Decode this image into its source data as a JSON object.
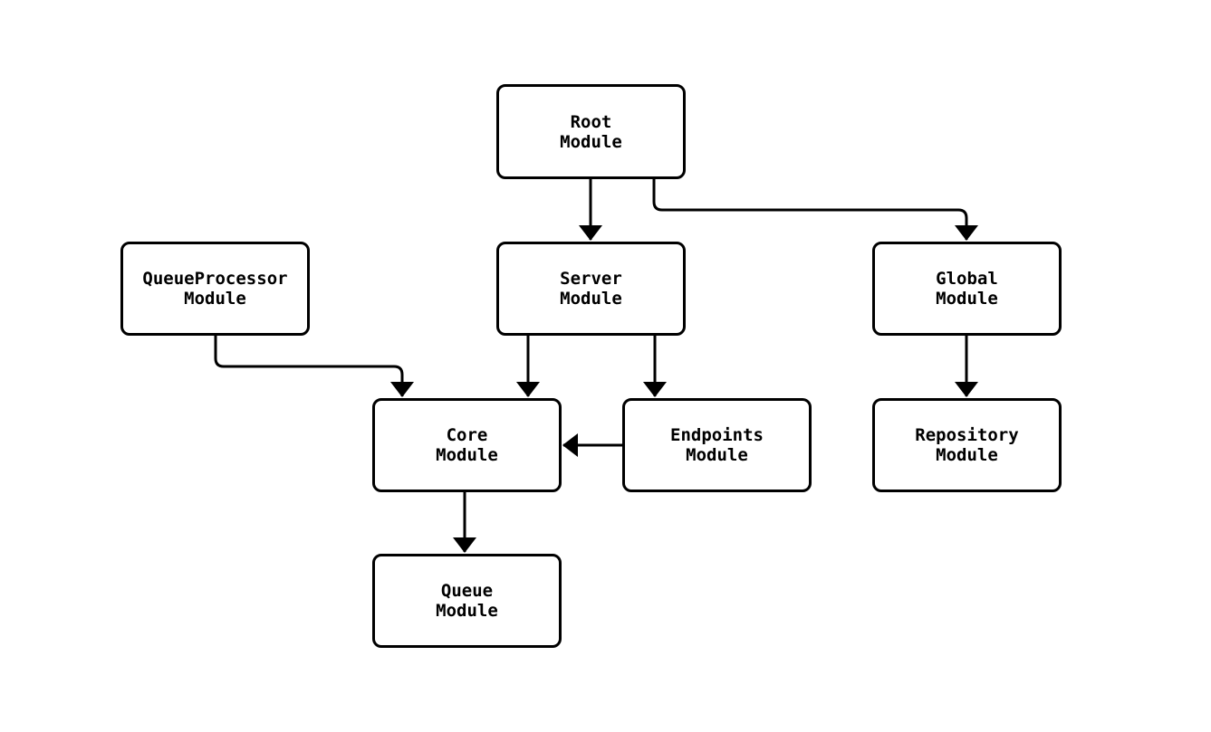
{
  "diagram": {
    "type": "flowchart",
    "background_color": "#ffffff",
    "stroke_color": "#000000",
    "text_color": "#000000",
    "nodes": [
      {
        "id": "root",
        "lines": [
          "Root",
          "Module"
        ]
      },
      {
        "id": "queueprocessor",
        "lines": [
          "QueueProcessor",
          "Module"
        ]
      },
      {
        "id": "server",
        "lines": [
          "Server",
          "Module"
        ]
      },
      {
        "id": "global",
        "lines": [
          "Global",
          "Module"
        ]
      },
      {
        "id": "core",
        "lines": [
          "Core",
          "Module"
        ]
      },
      {
        "id": "endpoints",
        "lines": [
          "Endpoints",
          "Module"
        ]
      },
      {
        "id": "repository",
        "lines": [
          "Repository",
          "Module"
        ]
      },
      {
        "id": "queue",
        "lines": [
          "Queue",
          "Module"
        ]
      }
    ],
    "edges": [
      {
        "from": "Root Module",
        "to": "Server Module"
      },
      {
        "from": "Root Module",
        "to": "Global Module"
      },
      {
        "from": "QueueProcessor Module",
        "to": "Core Module"
      },
      {
        "from": "Server Module",
        "to": "Core Module"
      },
      {
        "from": "Server Module",
        "to": "Endpoints Module"
      },
      {
        "from": "Endpoints Module",
        "to": "Core Module"
      },
      {
        "from": "Global Module",
        "to": "Repository Module"
      },
      {
        "from": "Core Module",
        "to": "Queue Module"
      }
    ]
  }
}
